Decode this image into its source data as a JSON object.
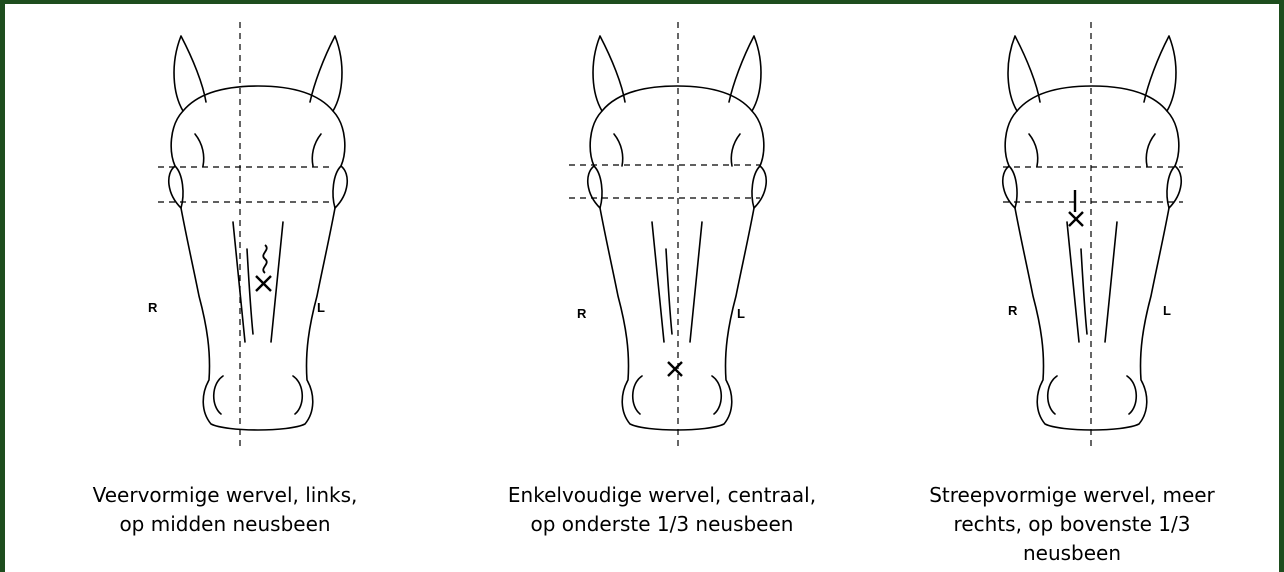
{
  "panels": [
    {
      "side_left": "R",
      "side_right": "L",
      "marker": "feather",
      "caption": [
        "Veervormige wervel,  links,",
        "op midden neusbeen"
      ]
    },
    {
      "side_left": "R",
      "side_right": "L",
      "marker": "single",
      "caption": [
        "Enkelvoudige wervel, centraal,",
        "op onderste 1/3 neusbeen"
      ]
    },
    {
      "side_left": "R",
      "side_right": "L",
      "marker": "stripe",
      "caption": [
        "Streepvormige wervel, meer",
        "rechts, op bovenste 1/3",
        "neusbeen"
      ]
    }
  ],
  "colors": {
    "frame": "#1e4d1e",
    "ink": "#000000"
  }
}
